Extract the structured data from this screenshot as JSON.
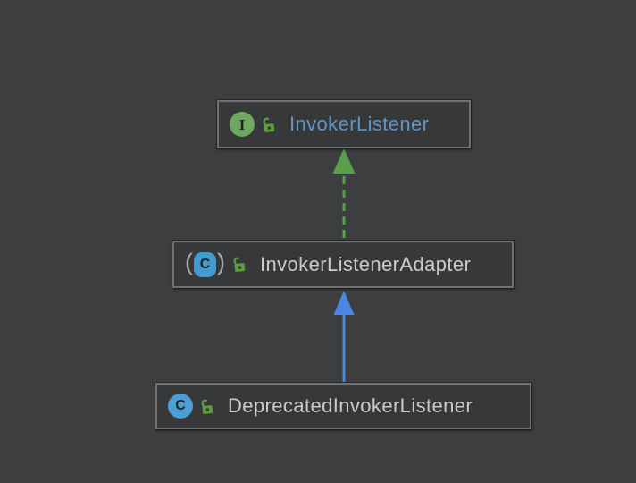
{
  "diagram": {
    "tool": "uml-class-diagram",
    "nodes": [
      {
        "id": "invoker-listener",
        "label": "InvokerListener",
        "kind": "interface",
        "icon_letter": "I",
        "has_lock_badge": true
      },
      {
        "id": "invoker-listener-adapter",
        "label": "InvokerListenerAdapter",
        "kind": "abstract-class",
        "icon_letter": "C",
        "has_lock_badge": true
      },
      {
        "id": "deprecated-invoker-listener",
        "label": "DeprecatedInvokerListener",
        "kind": "class",
        "icon_letter": "C",
        "has_lock_badge": true
      }
    ],
    "edges": [
      {
        "from": "InvokerListenerAdapter",
        "to": "InvokerListener",
        "relation": "implements",
        "line_style": "dashed",
        "color": "#5AA04A"
      },
      {
        "from": "DeprecatedInvokerListener",
        "to": "InvokerListenerAdapter",
        "relation": "extends",
        "line_style": "solid",
        "color": "#4D86E0"
      }
    ]
  },
  "colors": {
    "background": "#3C3E40",
    "node_fill": "#363839",
    "node_border": "#6E7072",
    "label_interface": "#6195C6",
    "label_class": "#C9CBCD",
    "icon_interface_bg": "#6FA862",
    "icon_class_bg": "#4B9FD6",
    "icon_abstract_bg": "#419BCF",
    "icon_letter": "#1F2426",
    "paren": "#A8ACAE",
    "lock": "#5E9C3F",
    "arrow_implements": "#5AA04A",
    "arrow_extends": "#4D86E0"
  }
}
